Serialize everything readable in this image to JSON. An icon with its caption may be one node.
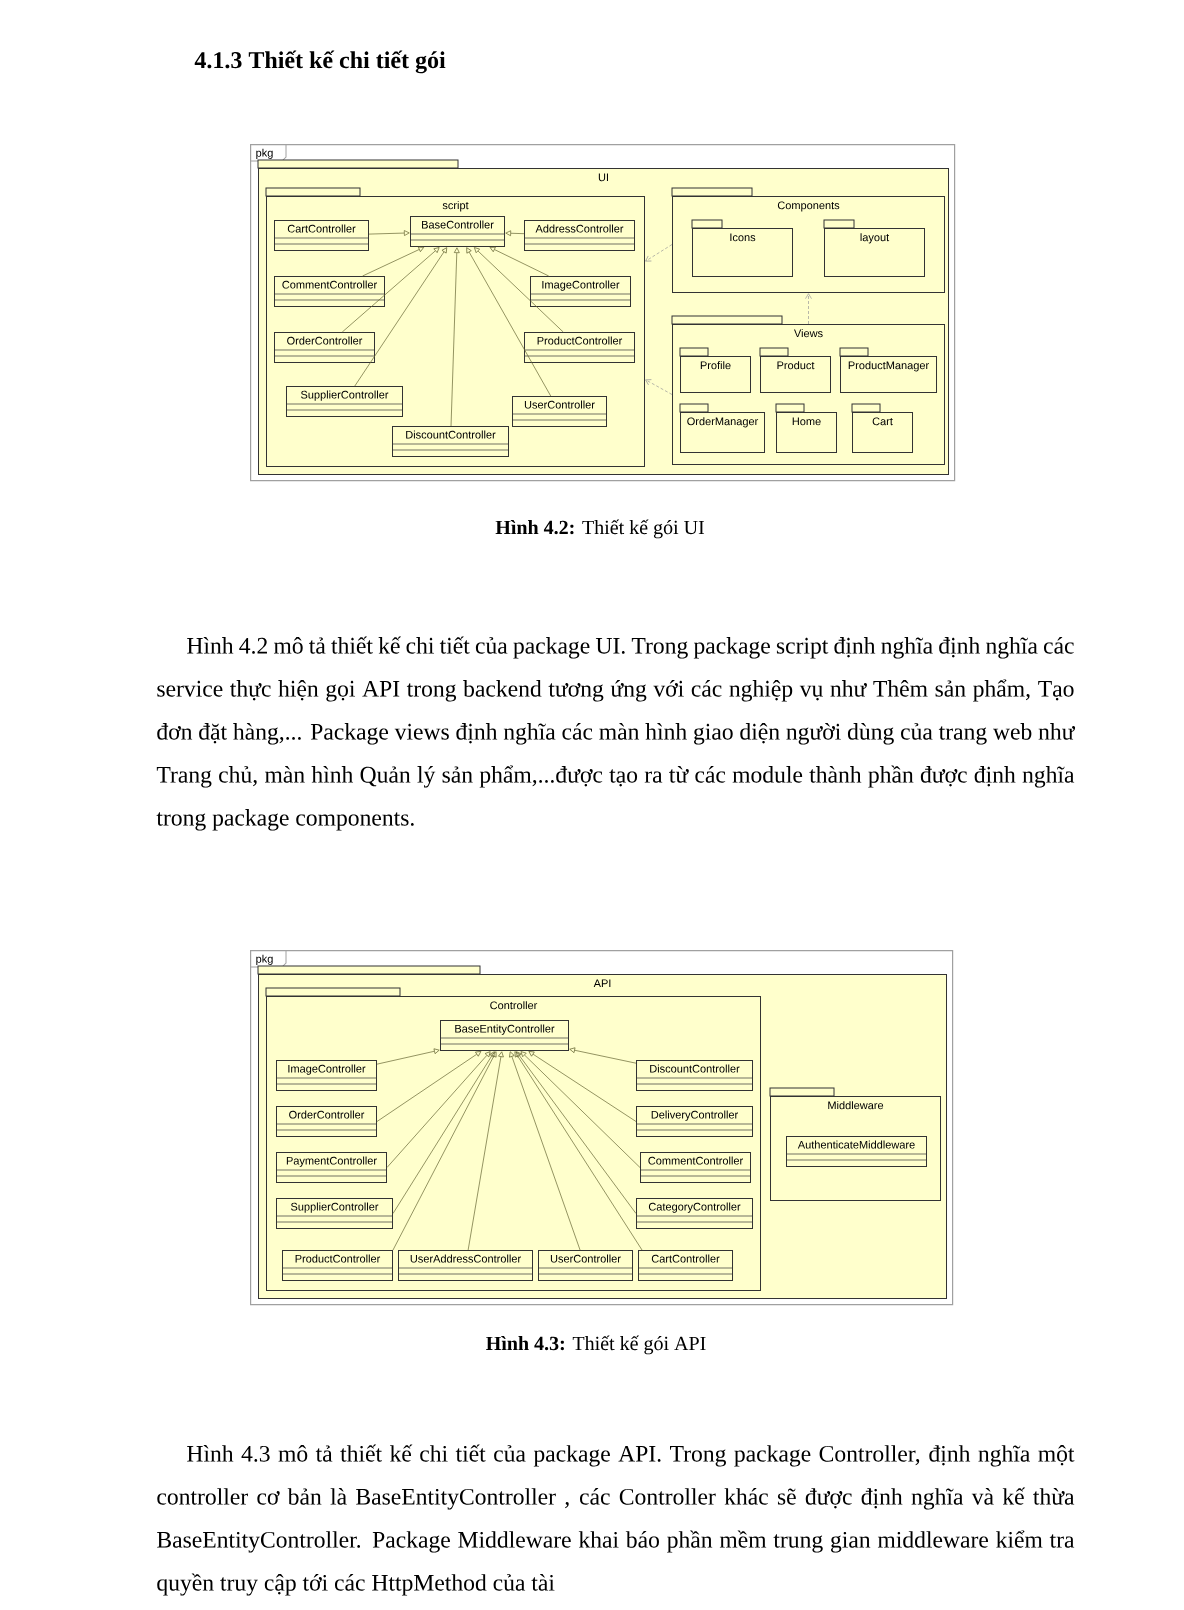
{
  "diagram": {
    "title": "4.1.3 Thiết kế chi tiết gói",
    "nodes": [
      {
        "text": [
          "pkg"
        ]
      },
      {
        "text": [
          "UI"
        ],
        "in": 0
      },
      {
        "text": [
          "script"
        ],
        "in": 1
      },
      {
        "text": [
          "CartController"
        ],
        "in": 2
      },
      {
        "text": [
          "BaseController"
        ],
        "in": 2
      },
      {
        "text": [
          "AddressController"
        ],
        "in": 2
      },
      {
        "text": [
          "CommentController"
        ],
        "in": 2
      },
      {
        "text": [
          "ImageController"
        ],
        "in": 2
      },
      {
        "text": [
          "OrderController"
        ],
        "in": 2
      },
      {
        "text": [
          "ProductController"
        ],
        "in": 2
      },
      {
        "text": [
          "SupplierController"
        ],
        "in": 2
      },
      {
        "text": [
          "DiscountController"
        ],
        "in": 2
      },
      {
        "text": [
          "UserController"
        ],
        "in": 2
      },
      {
        "text": [
          "Components"
        ],
        "in": 1
      },
      {
        "text": [
          "Icons"
        ],
        "in": 13
      },
      {
        "text": [
          "layout"
        ],
        "in": 13
      },
      {
        "text": [
          "Views"
        ],
        "in": 1
      },
      {
        "text": [
          "Profile"
        ],
        "in": 16
      },
      {
        "text": [
          "Product"
        ],
        "in": 16
      },
      {
        "text": [
          "ProductManager"
        ],
        "in": 16
      },
      {
        "text": [
          "OrderManager"
        ],
        "in": 16
      },
      {
        "text": [
          "Home"
        ],
        "in": 16
      },
      {
        "text": [
          "Cart"
        ],
        "in": 16
      },
      {
        "text": [
          "pkg"
        ]
      },
      {
        "text": [
          "API"
        ],
        "in": 23
      },
      {
        "text": [
          "Controller"
        ],
        "in": 24
      },
      {
        "text": [
          "BaseEntityController"
        ],
        "in": 25
      },
      {
        "text": [
          "ImageController"
        ],
        "in": 25
      },
      {
        "text": [
          "OrderController"
        ],
        "in": 25
      },
      {
        "text": [
          "PaymentController"
        ],
        "in": 25
      },
      {
        "text": [
          "SupplierController"
        ],
        "in": 25
      },
      {
        "text": [
          "ProductController"
        ],
        "in": 25
      },
      {
        "text": [
          "UserAddressController"
        ],
        "in": 25
      },
      {
        "text": [
          "UserController"
        ],
        "in": 25
      },
      {
        "text": [
          "CartController"
        ],
        "in": 25
      },
      {
        "text": [
          "CategoryController"
        ],
        "in": 25
      },
      {
        "text": [
          "CommentController"
        ],
        "in": 25
      },
      {
        "text": [
          "DeliveryController"
        ],
        "in": 25
      },
      {
        "text": [
          "DiscountController"
        ],
        "in": 25
      },
      {
        "text": [
          "Middleware"
        ],
        "in": 24
      },
      {
        "text": [
          "AuthenticateMiddleware"
        ],
        "in": 39
      }
    ],
    "edges": [
      {
        "from": 3,
        "to": 4,
        "arrow": "to"
      },
      {
        "from": 5,
        "to": 4,
        "arrow": "to"
      },
      {
        "from": 6,
        "to": 4,
        "arrow": "to"
      },
      {
        "from": 7,
        "to": 4,
        "arrow": "to"
      },
      {
        "from": 8,
        "to": 4,
        "arrow": "to"
      },
      {
        "from": 9,
        "to": 4,
        "arrow": "to"
      },
      {
        "from": 10,
        "to": 4,
        "arrow": "to"
      },
      {
        "from": 11,
        "to": 4,
        "arrow": "to"
      },
      {
        "from": 12,
        "to": 4,
        "arrow": "to"
      },
      {
        "from": 13,
        "to": 2,
        "arrow": "to",
        "style": "dashed",
        "color": "#999999"
      },
      {
        "from": 16,
        "to": 2,
        "arrow": "to",
        "style": "dashed",
        "color": "#999999"
      },
      {
        "from": 16,
        "to": 13,
        "arrow": "to",
        "style": "dashed",
        "color": "#999999"
      },
      {
        "from": 27,
        "to": 26,
        "arrow": "to"
      },
      {
        "from": 28,
        "to": 26,
        "arrow": "to"
      },
      {
        "from": 29,
        "to": 26,
        "arrow": "to"
      },
      {
        "from": 30,
        "to": 26,
        "arrow": "to"
      },
      {
        "from": 31,
        "to": 26,
        "arrow": "to"
      },
      {
        "from": 32,
        "to": 26,
        "arrow": "to"
      },
      {
        "from": 33,
        "to": 26,
        "arrow": "to"
      },
      {
        "from": 34,
        "to": 26,
        "arrow": "to"
      },
      {
        "from": 35,
        "to": 26,
        "arrow": "to"
      },
      {
        "from": 36,
        "to": 26,
        "arrow": "to"
      },
      {
        "from": 37,
        "to": 26,
        "arrow": "to"
      },
      {
        "from": 38,
        "to": 26,
        "arrow": "to"
      }
    ],
    "labels": [
      "**Hình 4.2:** Thiết kế gói UI",
      "Hình 4.2 mô tả thiết kế chi tiết của package UI. Trong package script định nghĩa định nghĩa các service thực hiện gọi API trong backend tương ứng với các nghiệp vụ như Thêm sản phẩm, Tạo đơn đặt hàng,... Package views định nghĩa các màn hình giao diện người dùng của trang web như Trang chủ, màn hình Quản lý sản phẩm,...được tạo ra từ các module thành phần được định nghĩa trong package components.",
      "**Hình 4.3:** Thiết kế gói API",
      "Hình 4.3 mô tả thiết kế chi tiết của package API. Trong package Controller, định nghĩa một controller cơ bản là BaseEntityController , các Controller khác sẽ được định nghĩa và kế thừa BaseEntityController. Package Middleware khai báo phần mềm trung gian middleware kiểm tra quyền truy cập tới các HttpMethod của tài"
    ]
  }
}
